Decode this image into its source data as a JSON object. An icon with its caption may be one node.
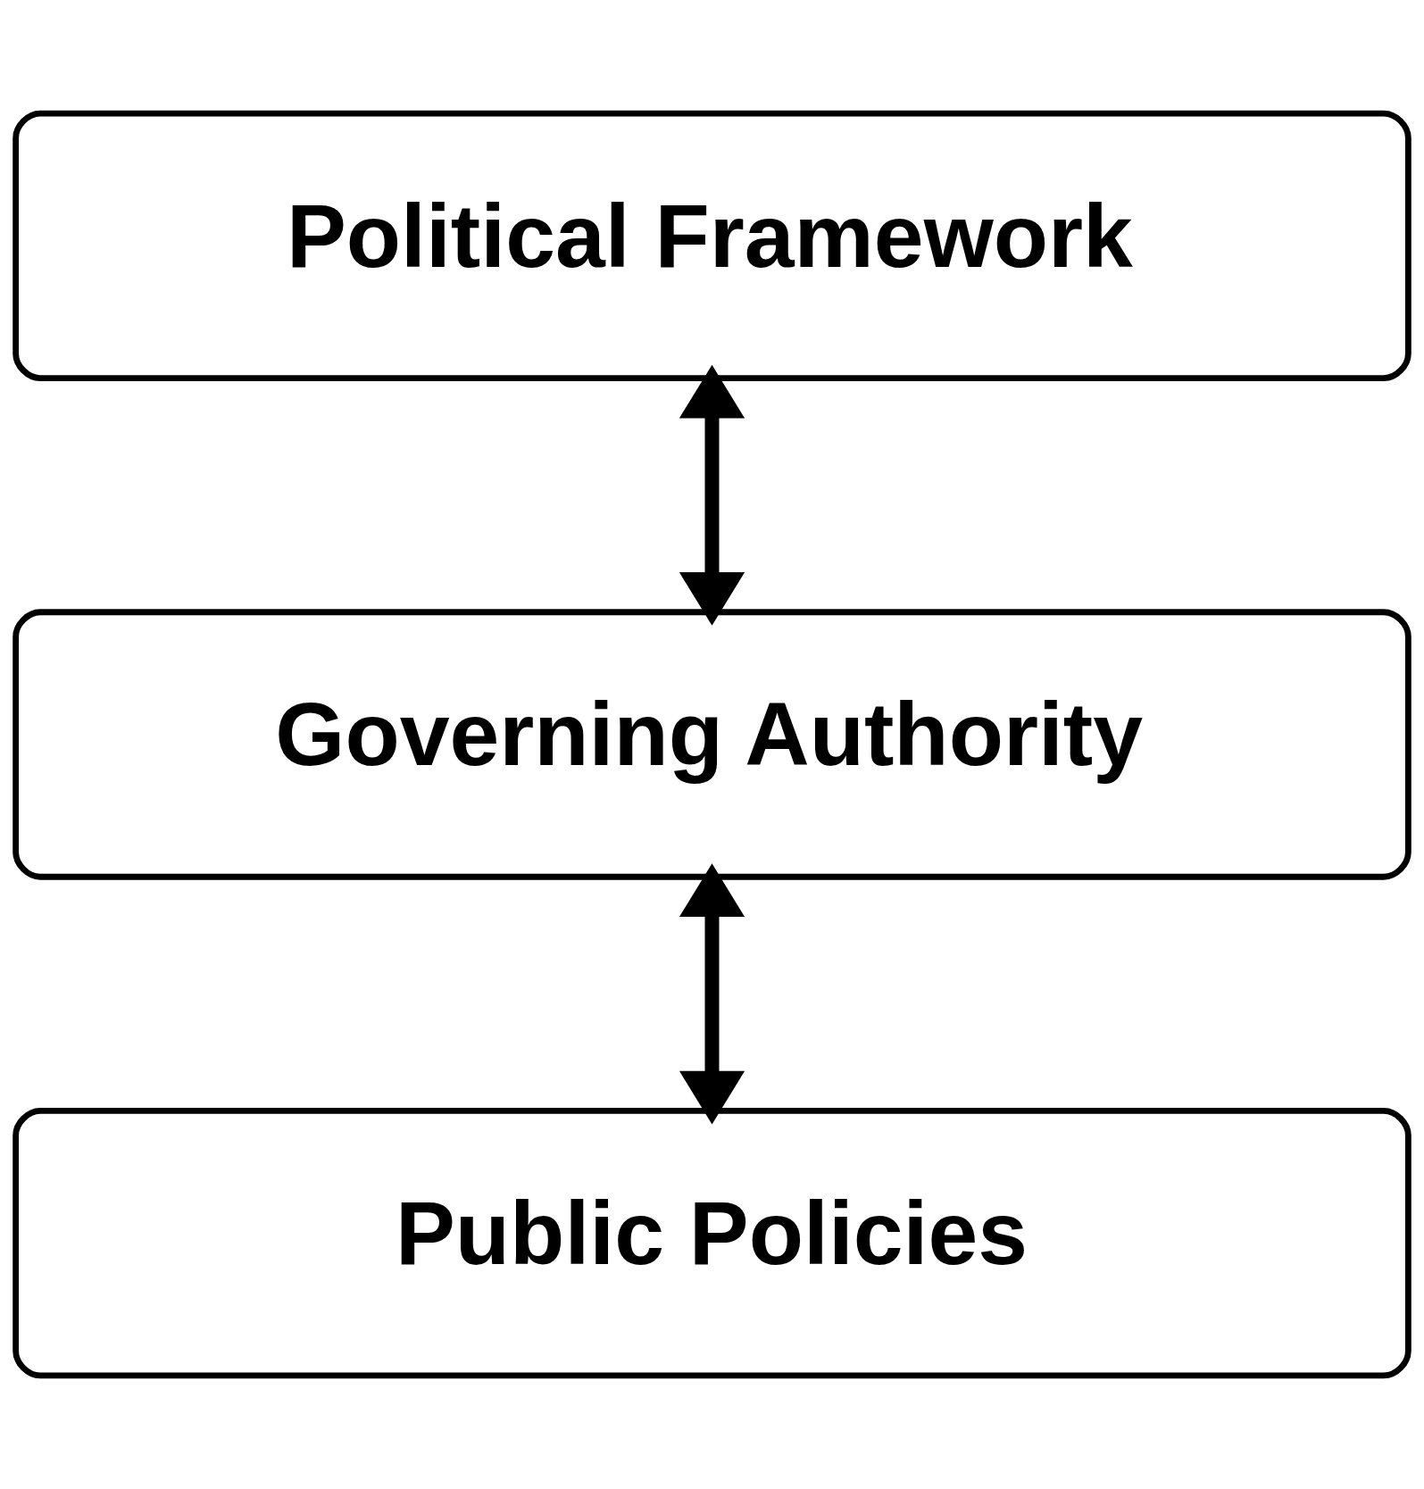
{
  "diagram": {
    "nodes": [
      {
        "text": [
          "Political Framework"
        ]
      },
      {
        "text": [
          "Governing Authority"
        ]
      },
      {
        "text": [
          "Public Policies"
        ]
      }
    ],
    "edges": [
      {
        "from": 0,
        "to": 1,
        "arrow": "both"
      },
      {
        "from": 1,
        "to": 2,
        "arrow": "both"
      }
    ]
  }
}
